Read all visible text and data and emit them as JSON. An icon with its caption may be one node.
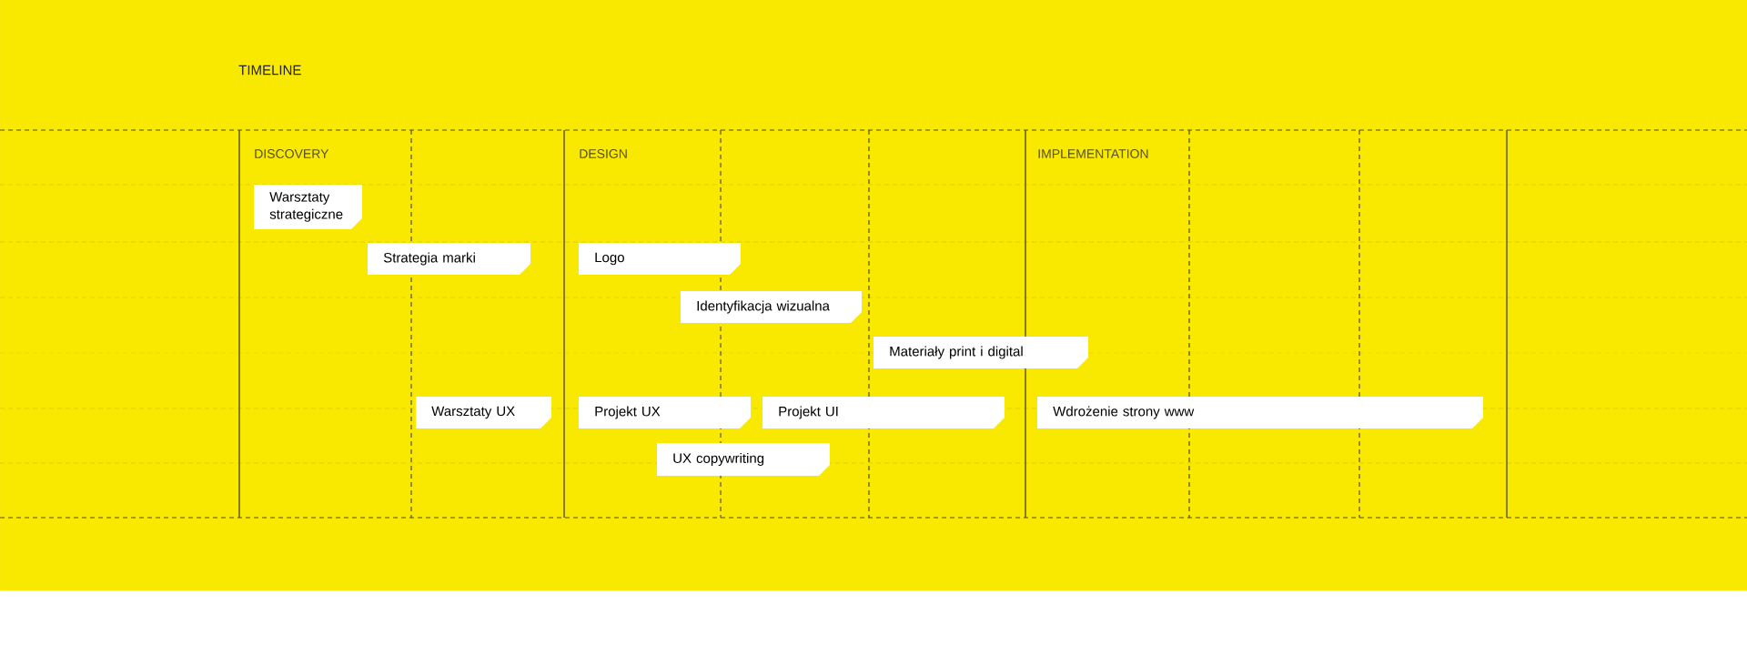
{
  "diagram": {
    "title": "TIMELINE",
    "nodes": [
      {
        "text": [
          "Warsztaty strategiczne"
        ]
      },
      {
        "text": [
          "Strategia marki"
        ]
      },
      {
        "text": [
          "Logo"
        ]
      },
      {
        "text": [
          "Identyfikacja wizualna"
        ]
      },
      {
        "text": [
          "Materiały print i digital"
        ]
      },
      {
        "text": [
          "Warsztaty UX"
        ]
      },
      {
        "text": [
          "Projekt UX"
        ]
      },
      {
        "text": [
          "Projekt UI"
        ]
      },
      {
        "text": [
          "Wdrożenie strony www"
        ]
      },
      {
        "text": [
          "UX copywriting"
        ]
      }
    ],
    "labels": [
      "DISCOVERY",
      "DESIGN",
      "IMPLEMENTATION"
    ]
  }
}
